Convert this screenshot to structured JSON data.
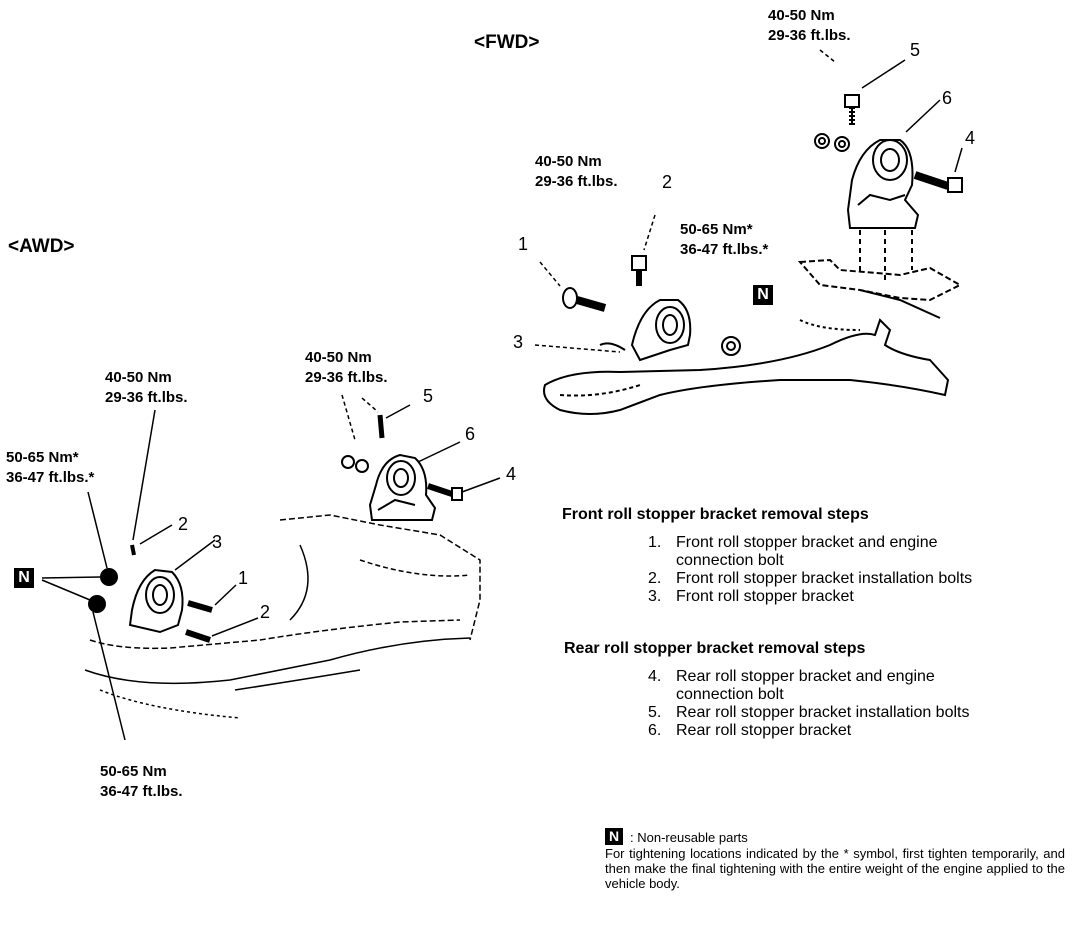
{
  "headings": {
    "fwd": "<FWD>",
    "awd": "<AWD>"
  },
  "non_reusable_mark": "N",
  "torque_labels": [
    {
      "id": "fwd-5",
      "nm": "40-50 Nm",
      "ftlbs": "29-36 ft.lbs."
    },
    {
      "id": "fwd-2",
      "nm": "40-50 Nm",
      "ftlbs": "29-36 ft.lbs."
    },
    {
      "id": "fwd-nut",
      "nm": "50-65 Nm*",
      "ftlbs": "36-47 ft.lbs.*"
    },
    {
      "id": "awd-2",
      "nm": "40-50 Nm",
      "ftlbs": "29-36 ft.lbs."
    },
    {
      "id": "awd-5",
      "nm": "40-50 Nm",
      "ftlbs": "29-36 ft.lbs."
    },
    {
      "id": "awd-nut-top",
      "nm": "50-65 Nm*",
      "ftlbs": "36-47 ft.lbs.*"
    },
    {
      "id": "awd-nut-bottom",
      "nm": "50-65 Nm",
      "ftlbs": "36-47 ft.lbs."
    }
  ],
  "callouts": {
    "fwd": [
      "5",
      "6",
      "4",
      "2",
      "1",
      "3"
    ],
    "awd": [
      "5",
      "6",
      "4",
      "2",
      "3",
      "1",
      "2"
    ]
  },
  "front_steps": {
    "title": "Front roll stopper bracket removal steps",
    "items": [
      {
        "num": "1.",
        "text": "Front roll stopper bracket and engine connection bolt"
      },
      {
        "num": "2.",
        "text": "Front roll stopper bracket installation bolts"
      },
      {
        "num": "3.",
        "text": "Front roll stopper bracket"
      }
    ]
  },
  "rear_steps": {
    "title": "Rear roll stopper bracket removal steps",
    "items": [
      {
        "num": "4.",
        "text": "Rear roll stopper bracket and engine connection bolt"
      },
      {
        "num": "5.",
        "text": "Rear roll stopper bracket installation bolts"
      },
      {
        "num": "6.",
        "text": "Rear roll stopper bracket"
      }
    ]
  },
  "note": {
    "legend": ": Non-reusable parts",
    "text": "For tightening locations indicated by the * symbol, first tighten temporarily, and then make the final tightening with the entire weight of the engine applied to the vehicle body."
  }
}
